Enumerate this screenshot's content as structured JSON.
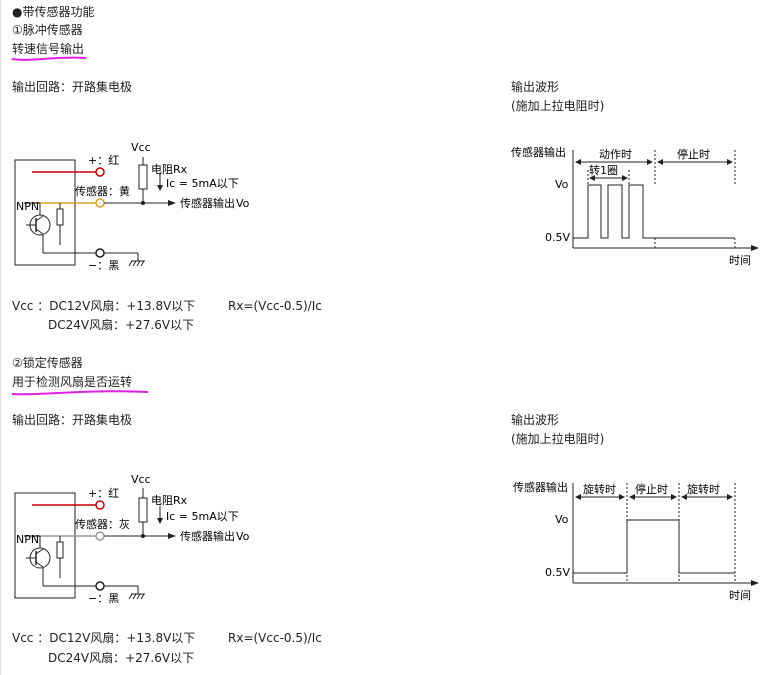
{
  "section_title": "●带传感器功能",
  "sec1": {
    "heading": "①脉冲传感器",
    "subtitle": "转速信号输出",
    "circuit_label": "输出回路：开路集电极",
    "wave_label": "输出波形",
    "wave_note": "(施加上拉电阻时)",
    "spec_vcc": "Vcc  ：DC12V风扇：+13.8V以下",
    "spec_rx": "Rx=(Vcc-0.5)/Ic",
    "spec_24": "DC24V风扇：+27.6V以下",
    "diagram": {
      "vcc": "Vcc",
      "plus": "+：红",
      "sensor": "传感器：黄",
      "npn": "NPN",
      "minus": "−：黑",
      "rx": "电阻Rx",
      "ic": "Ic = 5mA以下",
      "output": "传感器输出",
      "vo": "Vo",
      "sensor_color": "#e0a020"
    },
    "wave": {
      "ylabel": "传感器输出",
      "run": "动作时",
      "stop": "停止时",
      "one_rev": "转1圈",
      "vo": "Vo",
      "low": "0.5V",
      "time": "时间"
    }
  },
  "sec2": {
    "heading": "②锁定传感器",
    "subtitle": "用于检测风扇是否运转",
    "circuit_label": "输出回路：开路集电极",
    "wave_label": "输出波形",
    "wave_note": "(施加上拉电阻时)",
    "spec_vcc": "Vcc  ：DC12V风扇：+13.8V以下",
    "spec_rx": "Rx=(Vcc-0.5)/Ic",
    "spec_24": "DC24V风扇：+27.6V以下",
    "diagram": {
      "vcc": "Vcc",
      "plus": "+：红",
      "sensor": "传感器：灰",
      "npn": "NPN",
      "minus": "−：黑",
      "rx": "电阻Rx",
      "ic": "Ic = 5mA以下",
      "output": "传感器输出",
      "vo": "Vo",
      "sensor_color": "#999999"
    },
    "wave": {
      "ylabel": "传感器输出",
      "rot1": "旋转时",
      "stop": "停止时",
      "rot2": "旋转时",
      "vo": "Vo",
      "low": "0.5V",
      "time": "时间"
    }
  },
  "colors": {
    "red_wire": "#cc0000",
    "underline": "#e020e0"
  }
}
